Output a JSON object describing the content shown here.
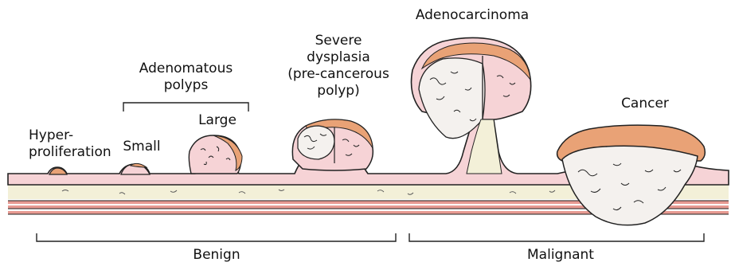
{
  "stages": {
    "hyperproliferation": {
      "line1": "Hyper-",
      "line2": "proliferation"
    },
    "adenomatous_polyps": {
      "line1": "Adenomatous",
      "line2": "polyps"
    },
    "small": "Small",
    "large": "Large",
    "severe_dysplasia": {
      "line1": "Severe",
      "line2": "dysplasia",
      "line3": "(pre-cancerous",
      "line4": "polyp)"
    },
    "adenocarcinoma": "Adenocarcinoma",
    "cancer": "Cancer"
  },
  "groups": {
    "benign": "Benign",
    "malignant": "Malignant"
  },
  "colors": {
    "mucosa": "#f6d3d6",
    "dysplastic_crust": "#e9a276",
    "tumor_core": "#f4f1ee",
    "submucosa": "#f3f0d8",
    "muscle_band": "#e79a92",
    "outline": "#222222"
  }
}
